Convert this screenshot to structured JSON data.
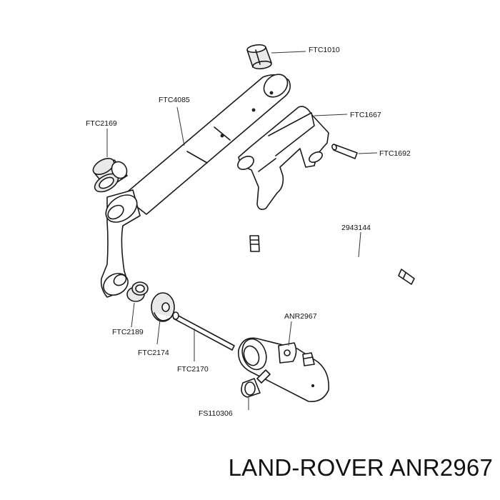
{
  "caption": "LAND-ROVER ANR2967",
  "labels": {
    "ftc1010": "FTC1010",
    "ftc4085": "FTC4085",
    "ftc2169": "FTC2169",
    "ftc1667": "FTC1667",
    "ftc1692": "FTC1692",
    "p2943144": "2943144",
    "anr2967": "ANR2967",
    "ftc2189": "FTC2189",
    "ftc2174": "FTC2174",
    "ftc2170": "FTC2170",
    "fs110306": "FS110306"
  },
  "colors": {
    "line": "#1a1a1a",
    "shade": "#e9e9e9",
    "background": "#ffffff"
  }
}
